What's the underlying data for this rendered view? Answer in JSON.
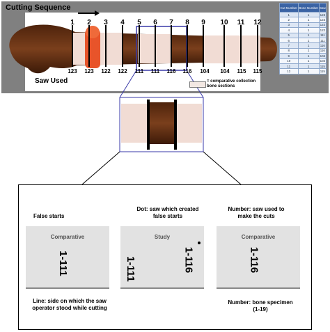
{
  "header": {
    "cutting_sequence": "Cutting Sequence",
    "saw_used": "Saw Used"
  },
  "cuts": [
    {
      "cut": "1",
      "saw": "123"
    },
    {
      "cut": "2",
      "saw": "123"
    },
    {
      "cut": "3",
      "saw": "122"
    },
    {
      "cut": "4",
      "saw": "122"
    },
    {
      "cut": "5",
      "saw": "111"
    },
    {
      "cut": "6",
      "saw": "111"
    },
    {
      "cut": "7",
      "saw": "116"
    },
    {
      "cut": "8",
      "saw": "116"
    },
    {
      "cut": "9",
      "saw": "104"
    },
    {
      "cut": "10",
      "saw": "104"
    },
    {
      "cut": "11",
      "saw": "115"
    },
    {
      "cut": "12",
      "saw": "115"
    }
  ],
  "legend": {
    "text": "= comparative collection bone sections"
  },
  "table": {
    "headers": [
      "Cut Number",
      "Bone Number",
      "Saw"
    ],
    "rows": [
      [
        "1",
        "1",
        "123"
      ],
      [
        "2",
        "1",
        "123"
      ],
      [
        "3",
        "1",
        "122"
      ],
      [
        "4",
        "1",
        "122"
      ],
      [
        "5",
        "1",
        "111"
      ],
      [
        "6",
        "1",
        "111"
      ],
      [
        "7",
        "1",
        "116"
      ],
      [
        "8",
        "1",
        "116"
      ],
      [
        "9",
        "1",
        "104"
      ],
      [
        "10",
        "1",
        "104"
      ],
      [
        "11",
        "1",
        "115"
      ],
      [
        "12",
        "1",
        "115"
      ]
    ]
  },
  "panels": [
    {
      "title": "Comparative",
      "code": "1-111"
    },
    {
      "title": "Study",
      "code": "1-111",
      "code2": "1-116"
    },
    {
      "title": "Comparative",
      "code": "1-116"
    }
  ],
  "annotations": {
    "false_starts": "False starts",
    "dot": "Dot: saw which created false starts",
    "number_saw": "Number: saw used to make the cuts",
    "line": "Line: side on which the saw operator stood while cutting",
    "number_bone": "Number: bone specimen (1-19)"
  },
  "colors": {
    "bone_dark": "#6b3516",
    "bone_light": "#f1dcd4",
    "highlight": "#e8542a",
    "box_blue": "#3a3aa8"
  }
}
